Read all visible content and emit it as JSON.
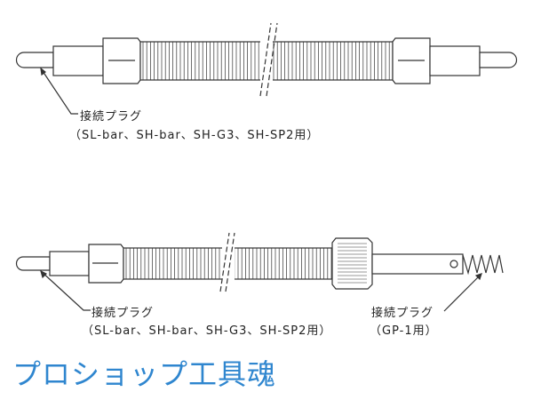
{
  "top_cable": {
    "label": "接続プラグ",
    "models": "（SL-bar、SH-bar、SH-G3、SH-SP2用）"
  },
  "bottom_cable": {
    "left_label": "接続プラグ",
    "left_models": "（SL-bar、SH-bar、SH-G3、SH-SP2用）",
    "right_label": "接続プラグ",
    "right_models": "（GP-1用）"
  },
  "logo": "プロショップ工具魂",
  "colors": {
    "line": "#333333",
    "logo": "#2f86cf"
  }
}
